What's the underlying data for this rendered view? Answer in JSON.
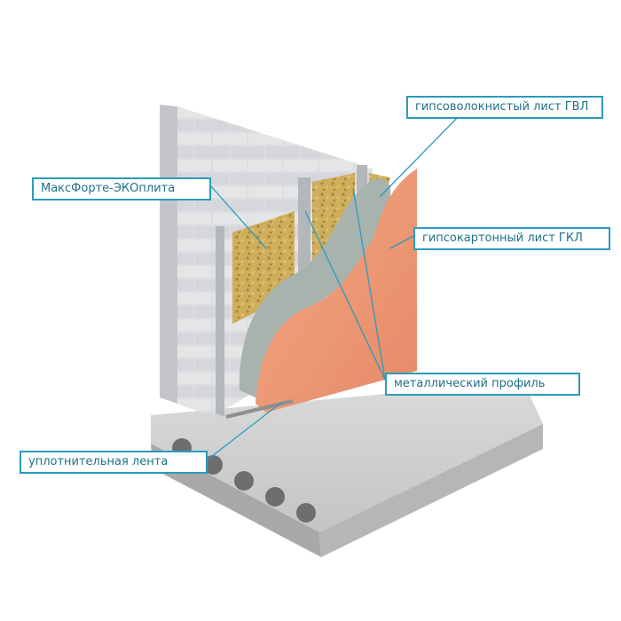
{
  "labels": {
    "gvl": "гипсоволокнистый лист ГВЛ",
    "ekoplita": "МаксФорте-ЭКОплита",
    "gkl": "гипсокартонный лист ГКЛ",
    "profile": "металлический профиль",
    "tape": "уплотнительная лента"
  },
  "colors": {
    "callout_border": "#2a9bbd",
    "callout_text": "#1e6f8a",
    "brick": "#d9dadc",
    "brick_joint": "#b8babd",
    "insulation": "#c9a955",
    "gypsum_fiber": "#a9b3ad",
    "gypsum_board": "#ef9a79",
    "metal": "#b7bbbf",
    "slab": "#cfcfcf"
  }
}
